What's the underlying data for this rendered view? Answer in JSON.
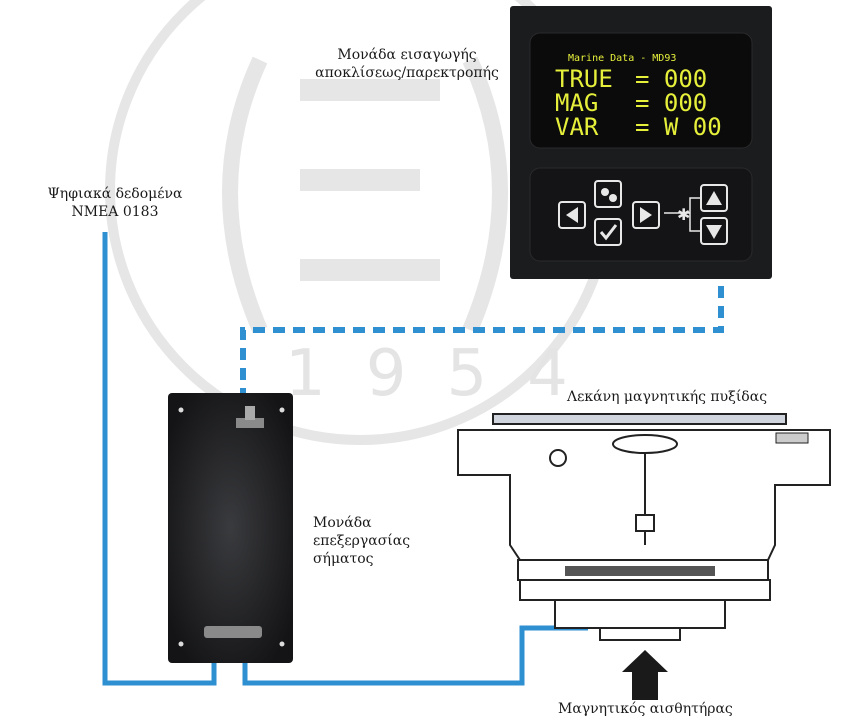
{
  "labels": {
    "input_unit": [
      "Μονάδα εισαγωγής",
      "αποκλίσεως/παρεκτροπής"
    ],
    "nmea": [
      "Ψηφιακά δεδομένα",
      "NMEA 0183"
    ],
    "processing_unit": [
      "Μονάδα",
      "επεξεργασίας",
      "σήματος"
    ],
    "compass_bowl": "Λεκάνη μαγνητικής πυξίδας",
    "magnetic_sensor": "Μαγνητικός αισθητήρας"
  },
  "display": {
    "header": "Marine Data - MD93",
    "rows": [
      {
        "name": "TRUE",
        "value": "= 000"
      },
      {
        "name": "MAG",
        "value": "= 000"
      },
      {
        "name": "VAR",
        "value": "= W 00"
      }
    ]
  },
  "watermark": {
    "year": "1954"
  },
  "colors": {
    "cable": "#2e8fd1",
    "panel": "#1b1c1e",
    "lcd_text": "#e6f03a",
    "watermark": "#e4e4e4"
  }
}
